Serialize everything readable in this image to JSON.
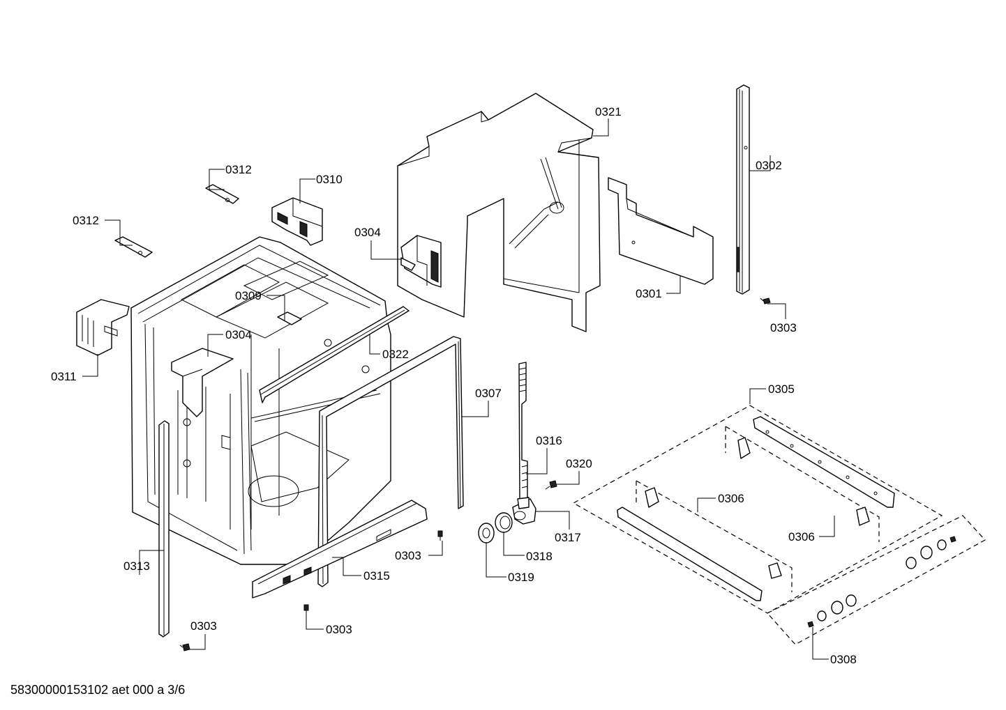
{
  "document_id": "58300000153102 aet 000 a 3/6",
  "labels": {
    "p0321": "0321",
    "p0302": "0302",
    "p0312a": "0312",
    "p0310": "0310",
    "p0312b": "0312",
    "p0304a": "0304",
    "p0301": "0301",
    "p0303a": "0303",
    "p0309": "0309",
    "p0304b": "0304",
    "p0311": "0311",
    "p0322": "0322",
    "p0307": "0307",
    "p0305": "0305",
    "p0316": "0316",
    "p0320": "0320",
    "p0306a": "0306",
    "p0306b": "0306",
    "p0317": "0317",
    "p0303b": "0303",
    "p0318": "0318",
    "p0313": "0313",
    "p0315": "0315",
    "p0319": "0319",
    "p0303c": "0303",
    "p0303d": "0303",
    "p0308": "0308"
  }
}
